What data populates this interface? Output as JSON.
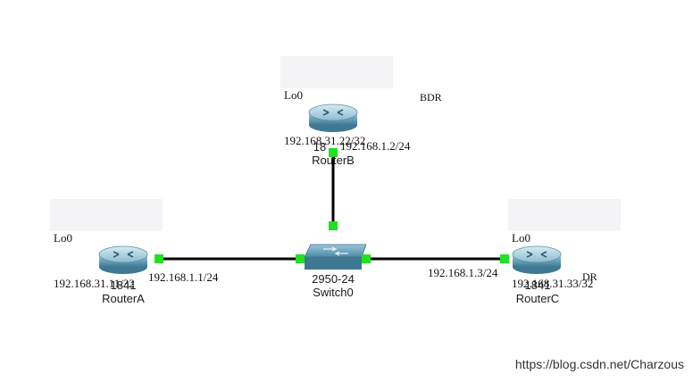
{
  "routers": {
    "a": {
      "model": "1841",
      "name": "RouterA",
      "loopback_name": "Lo0",
      "loopback_ip": "192.168.31.11/32",
      "link_ip": "192.168.1.1/24"
    },
    "b": {
      "model": "18",
      "name": "RouterB",
      "loopback_name": "Lo0",
      "loopback_ip": "192.168.31.22/32",
      "link_ip": "192.168.1.2/24",
      "role": "BDR"
    },
    "c": {
      "model": "1841",
      "name": "RouterC",
      "loopback_name": "Lo0",
      "loopback_ip": "192.168.31.33/32",
      "link_ip": "192.168.1.3/24",
      "role": "DR"
    }
  },
  "switch": {
    "model": "2950-24",
    "name": "Switch0"
  },
  "colors": {
    "link": "#000000",
    "port_up": "#22e022",
    "device_body": "#5c99b5"
  },
  "icons": {
    "router": "router-icon",
    "switch": "switch-icon"
  },
  "watermark": "https://blog.csdn.net/Charzous"
}
